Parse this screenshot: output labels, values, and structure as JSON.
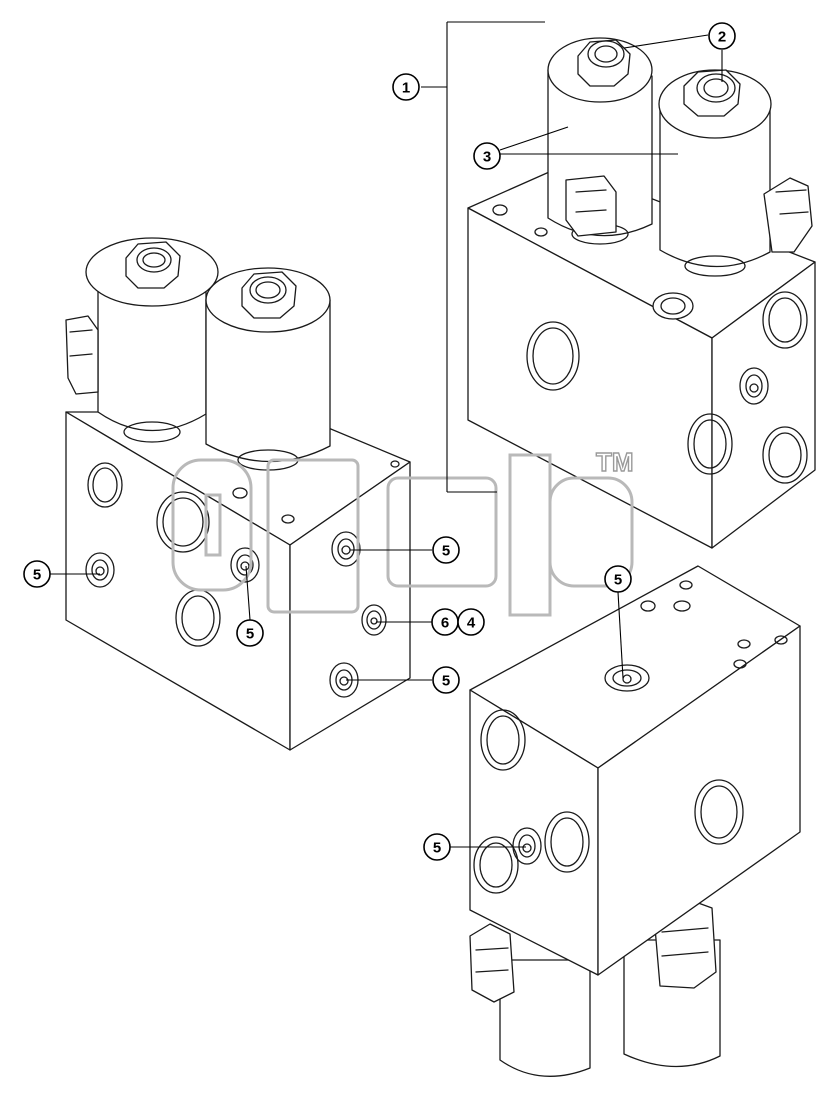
{
  "diagram": {
    "callouts": [
      {
        "id": "c1",
        "label": "1"
      },
      {
        "id": "c2",
        "label": "2"
      },
      {
        "id": "c3",
        "label": "3"
      },
      {
        "id": "c5a",
        "label": "5"
      },
      {
        "id": "c5b",
        "label": "5"
      },
      {
        "id": "c5c",
        "label": "5"
      },
      {
        "id": "c5d",
        "label": "5"
      },
      {
        "id": "c5e",
        "label": "5"
      },
      {
        "id": "c5f",
        "label": "5"
      },
      {
        "id": "c6",
        "label": "6"
      },
      {
        "id": "c4",
        "label": "4"
      }
    ],
    "watermark": {
      "trademark": "TM"
    }
  }
}
